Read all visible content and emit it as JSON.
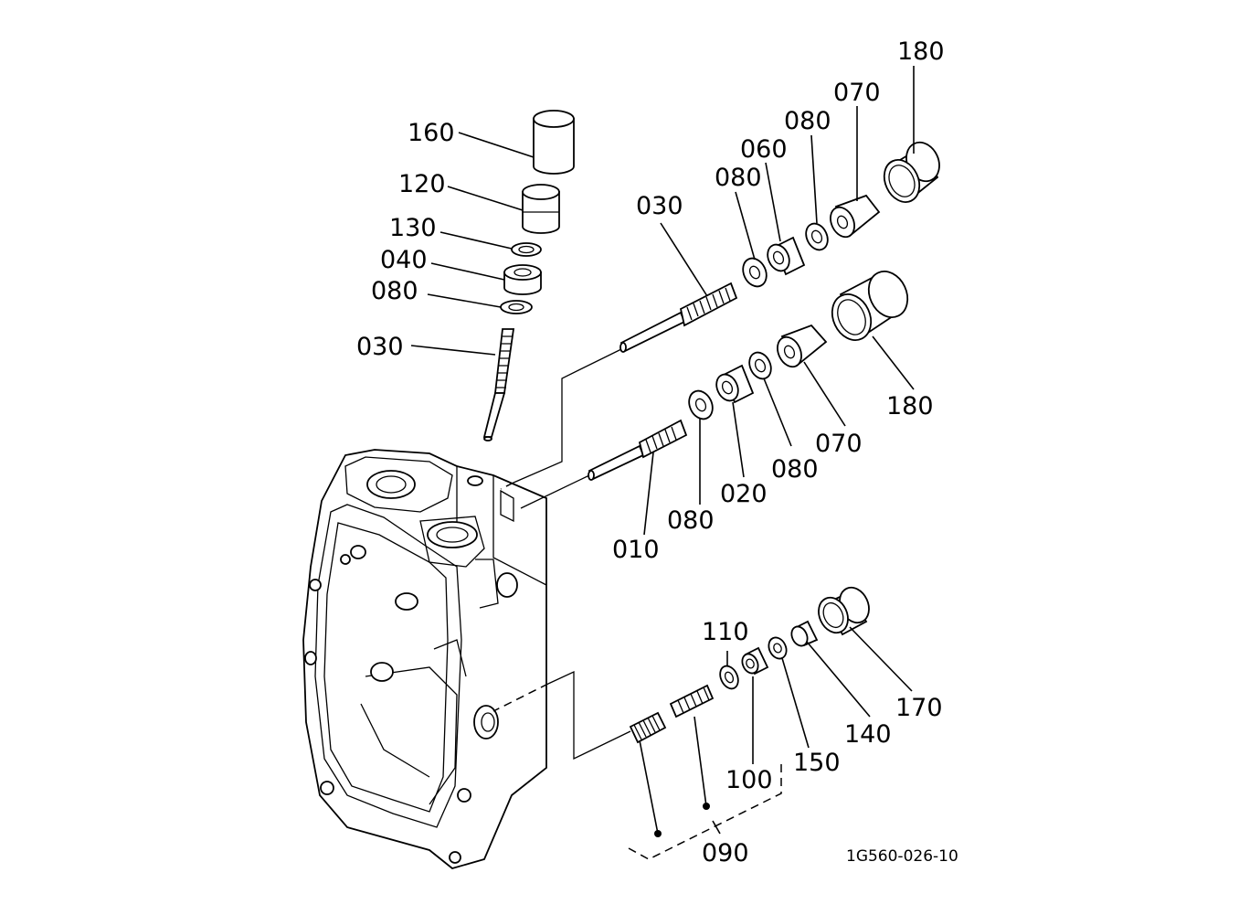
{
  "diagram": {
    "reference_code": "1G560-026-10",
    "labels": [
      {
        "id": "lbl-180-top",
        "text": "180"
      },
      {
        "id": "lbl-070-top",
        "text": "070"
      },
      {
        "id": "lbl-080-top-a",
        "text": "080"
      },
      {
        "id": "lbl-060",
        "text": "060"
      },
      {
        "id": "lbl-080-top-b",
        "text": "080"
      },
      {
        "id": "lbl-030-right",
        "text": "030"
      },
      {
        "id": "lbl-160",
        "text": "160"
      },
      {
        "id": "lbl-120",
        "text": "120"
      },
      {
        "id": "lbl-130",
        "text": "130"
      },
      {
        "id": "lbl-040",
        "text": "040"
      },
      {
        "id": "lbl-080-left",
        "text": "080"
      },
      {
        "id": "lbl-030-left",
        "text": "030"
      },
      {
        "id": "lbl-180-mid",
        "text": "180"
      },
      {
        "id": "lbl-070-mid",
        "text": "070"
      },
      {
        "id": "lbl-080-mid-a",
        "text": "080"
      },
      {
        "id": "lbl-020",
        "text": "020"
      },
      {
        "id": "lbl-080-mid-b",
        "text": "080"
      },
      {
        "id": "lbl-010",
        "text": "010"
      },
      {
        "id": "lbl-110",
        "text": "110"
      },
      {
        "id": "lbl-170",
        "text": "170"
      },
      {
        "id": "lbl-140",
        "text": "140"
      },
      {
        "id": "lbl-150",
        "text": "150"
      },
      {
        "id": "lbl-100",
        "text": "100"
      },
      {
        "id": "lbl-090",
        "text": "090"
      }
    ]
  }
}
